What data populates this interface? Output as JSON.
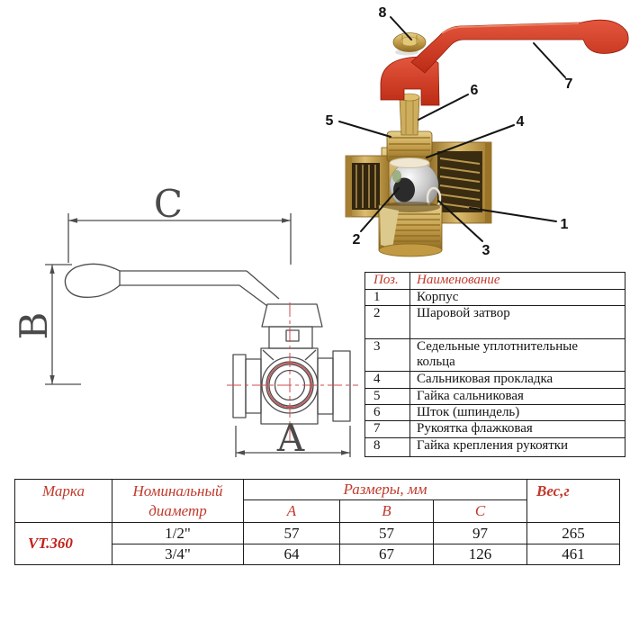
{
  "document": {
    "kind": "ball-valve technical datasheet",
    "language": "Russian"
  },
  "colors": {
    "background": "#ffffff",
    "table_header_red": "#c0392b",
    "brand_red": "#c3201a",
    "handle_red": "#d23a27",
    "brass": "#c8a355",
    "drawing_line_gray": "#4d4d4d",
    "centerline_red": "#d04848",
    "border_black": "#1c1c1c"
  },
  "photo": {
    "callouts": [
      "1",
      "2",
      "3",
      "4",
      "5",
      "6",
      "7",
      "8"
    ]
  },
  "drawing": {
    "dim_a": "A",
    "dim_b": "B",
    "dim_c": "C"
  },
  "parts_table": {
    "headers": {
      "pos": "Поз.",
      "name": "Наименование"
    },
    "rows": [
      {
        "num": "1",
        "name": "Корпус"
      },
      {
        "num": "2",
        "name": "Шаровой затвор"
      },
      {
        "num": "3",
        "name": "Седельные уплотнительные кольца"
      },
      {
        "num": "4",
        "name": "Сальниковая прокладка"
      },
      {
        "num": "5",
        "name": "Гайка сальниковая"
      },
      {
        "num": "6",
        "name": "Шток (шпиндель)"
      },
      {
        "num": "7",
        "name": "Рукоятка флажковая"
      },
      {
        "num": "8",
        "name": "Гайка крепления рукоятки"
      }
    ]
  },
  "size_table": {
    "headers": {
      "marka": "Марка",
      "nominal_line1": "Номинальный",
      "nominal_line2": "диаметр",
      "sizes": "Размеры, мм",
      "a": "A",
      "b": "B",
      "c": "C",
      "weight": "Вес,г"
    },
    "rows": [
      {
        "marka": "VT.360",
        "dn": "1/2\"",
        "a": "57",
        "b": "57",
        "c": "97",
        "w": "265"
      },
      {
        "marka": "",
        "dn": "3/4\"",
        "a": "64",
        "b": "67",
        "c": "126",
        "w": "461"
      }
    ]
  }
}
